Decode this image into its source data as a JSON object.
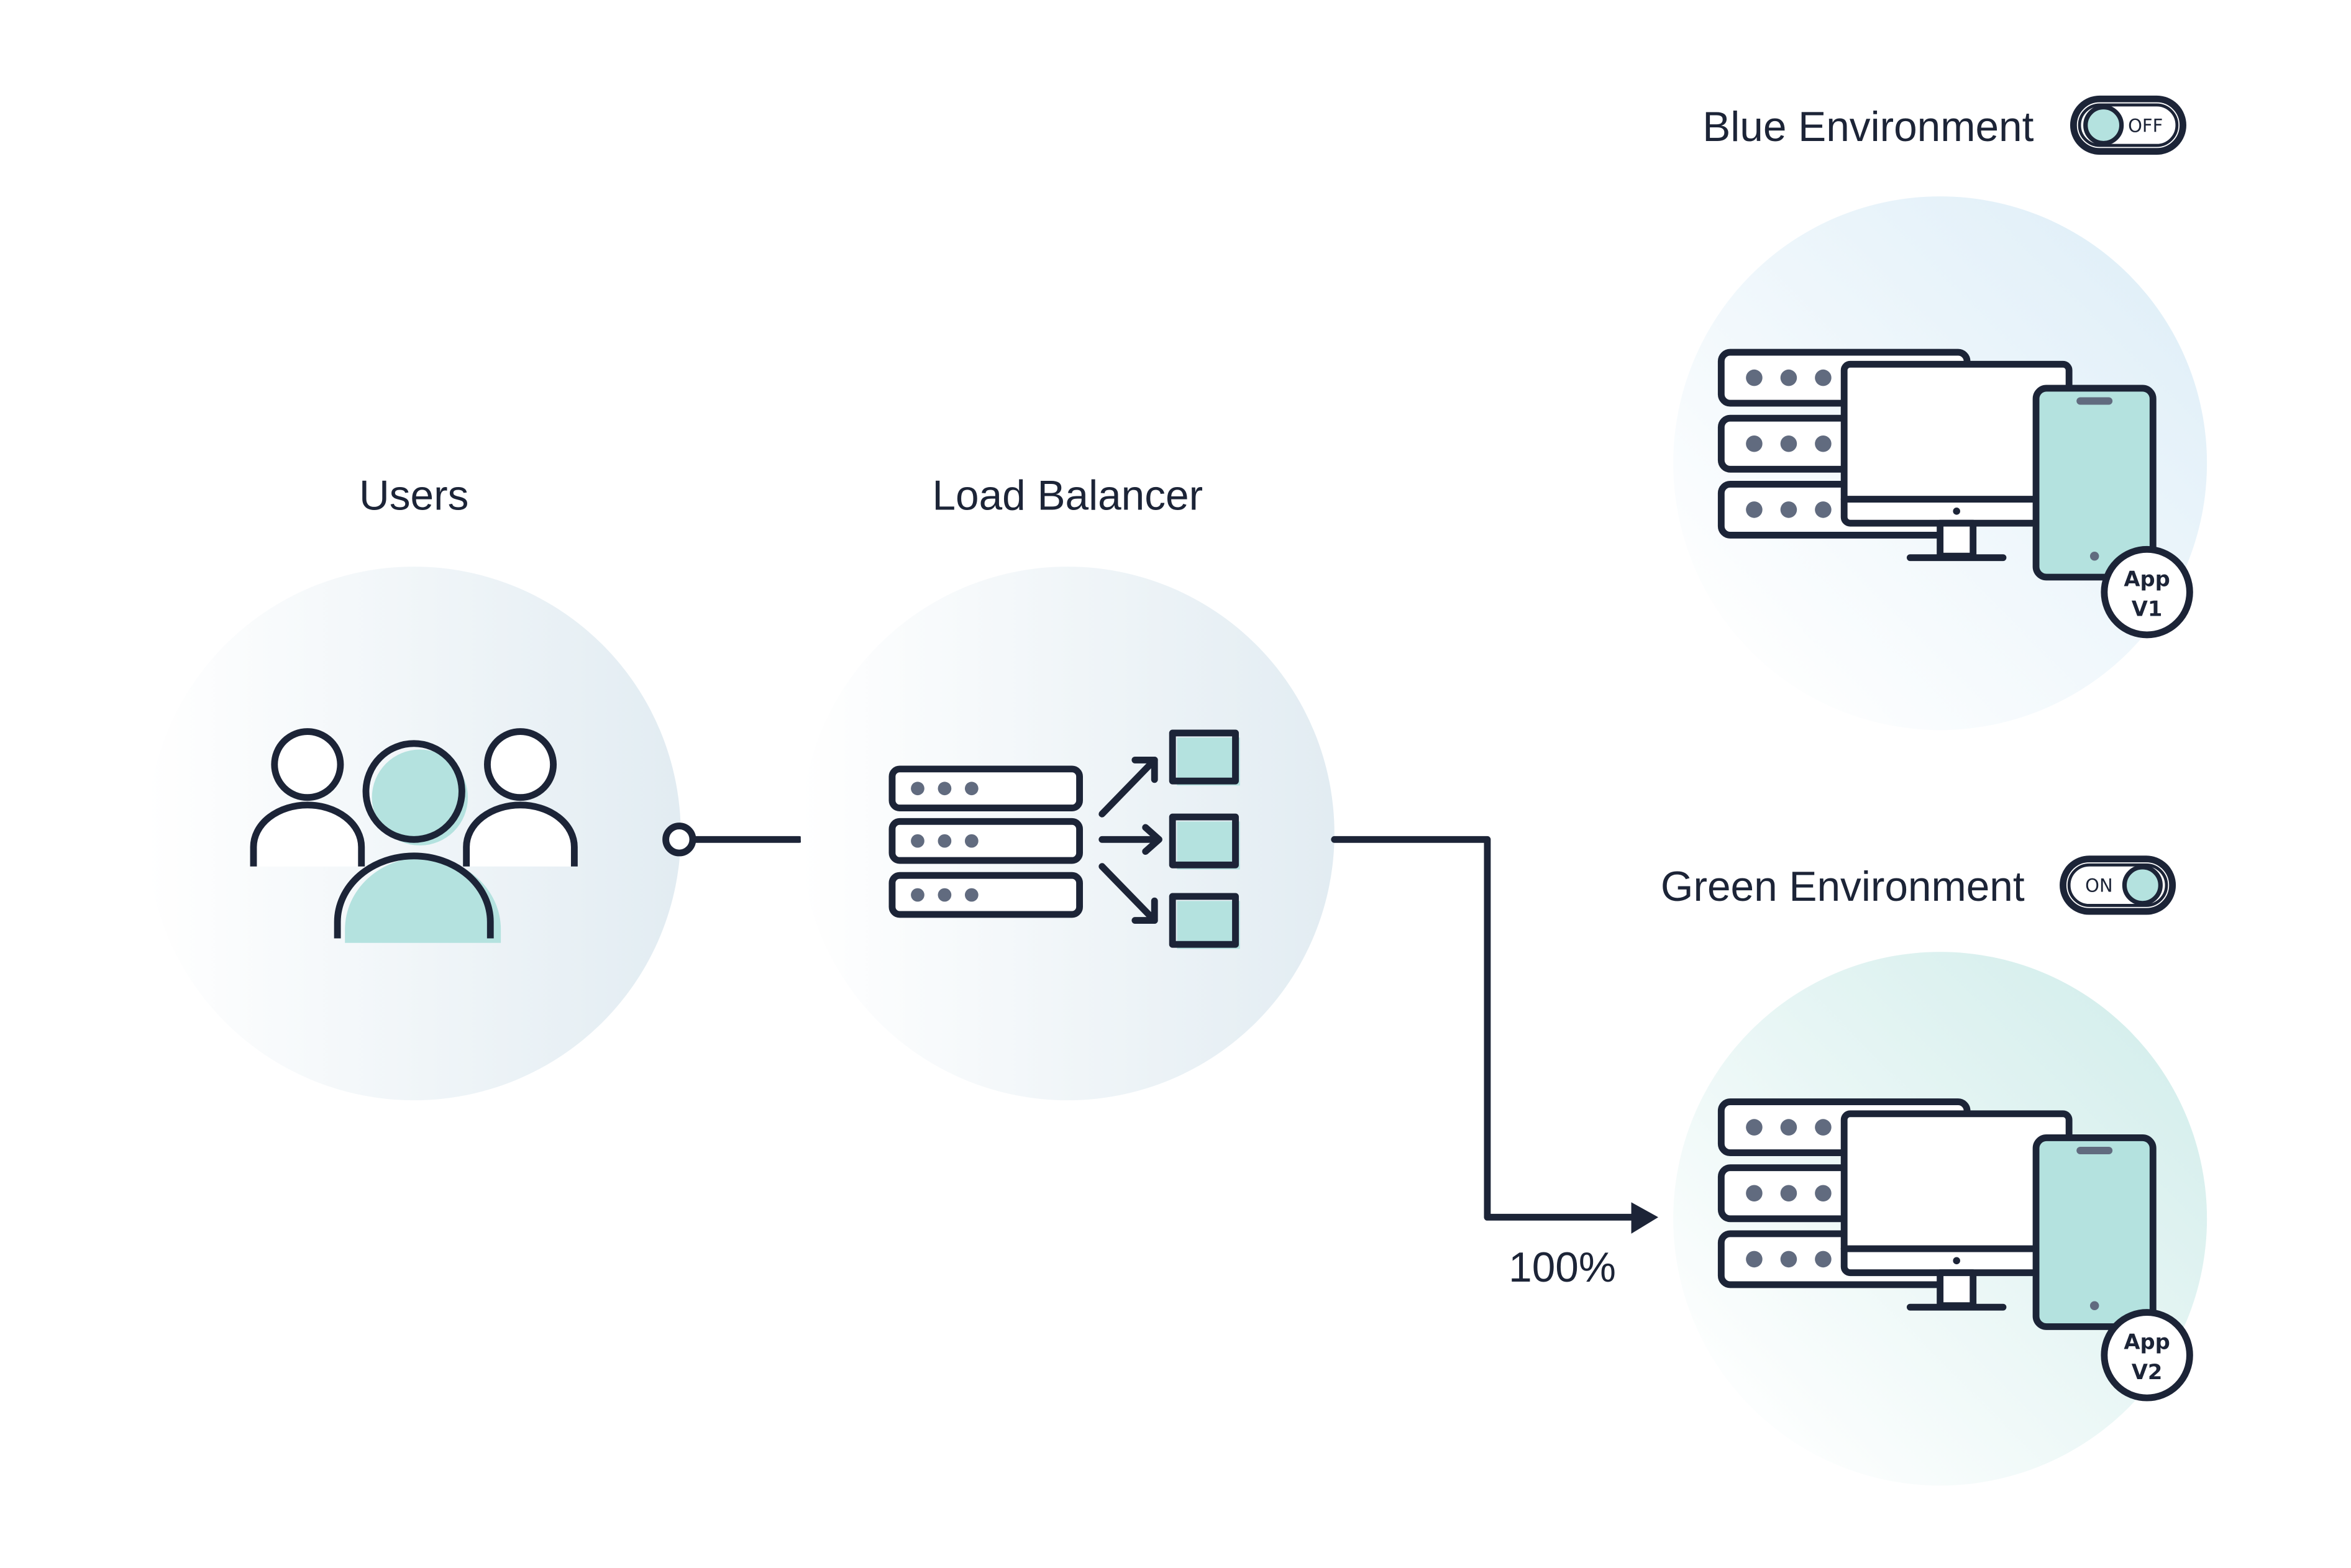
{
  "nodes": {
    "users": {
      "label": "Users"
    },
    "load_balancer": {
      "label": "Load Balancer"
    },
    "blue": {
      "label": "Blue Environment",
      "toggle": "OFF",
      "badge_line1": "App",
      "badge_line2": "V1"
    },
    "green": {
      "label": "Green Environment",
      "toggle": "ON",
      "badge_line1": "App",
      "badge_line2": "V2"
    }
  },
  "traffic": {
    "percent": "100%"
  },
  "colors": {
    "ink": "#1c2437",
    "teal": "#b4e2df",
    "dots": "#616b7f"
  },
  "icons": [
    "users-group-icon",
    "server-rack-icon",
    "routing-arrows-icon",
    "desktop-monitor-icon",
    "mobile-phone-icon",
    "toggle-switch-icon"
  ]
}
